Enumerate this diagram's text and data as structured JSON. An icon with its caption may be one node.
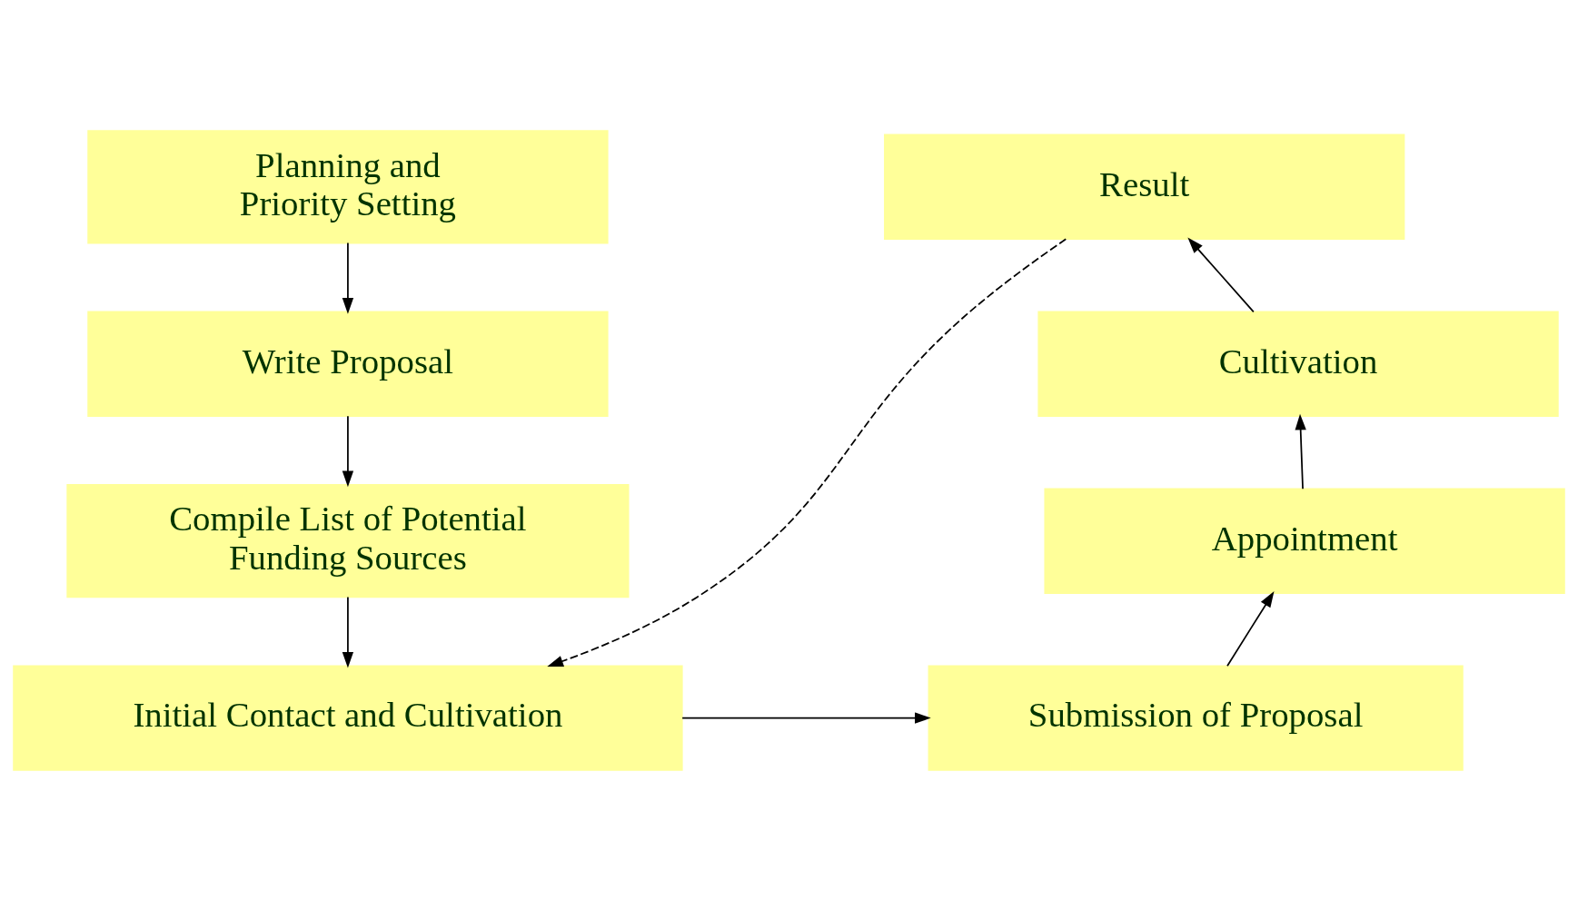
{
  "diagram": {
    "nodes": [
      {
        "text": [
          "Planning and Priority Setting"
        ]
      },
      {
        "text": [
          "Write Proposal"
        ]
      },
      {
        "text": [
          "Compile List of Potential Funding Sources"
        ]
      },
      {
        "text": [
          "Initial Contact and Cultivation"
        ]
      },
      {
        "text": [
          "Result"
        ]
      },
      {
        "text": [
          "Cultivation"
        ]
      },
      {
        "text": [
          "Appointment"
        ]
      },
      {
        "text": [
          "Submission of Proposal"
        ]
      }
    ],
    "edges": [
      {
        "from": 0,
        "to": 1,
        "arrow": "to"
      },
      {
        "from": 1,
        "to": 2,
        "arrow": "to"
      },
      {
        "from": 2,
        "to": 3,
        "arrow": "to"
      },
      {
        "from": 3,
        "to": 7,
        "arrow": "to"
      },
      {
        "from": 7,
        "to": 6,
        "arrow": "to"
      },
      {
        "from": 6,
        "to": 5,
        "arrow": "to"
      },
      {
        "from": 5,
        "to": 4,
        "arrow": "to"
      },
      {
        "from": 4,
        "to": 3,
        "arrow": "to",
        "style": "dashed"
      }
    ]
  }
}
